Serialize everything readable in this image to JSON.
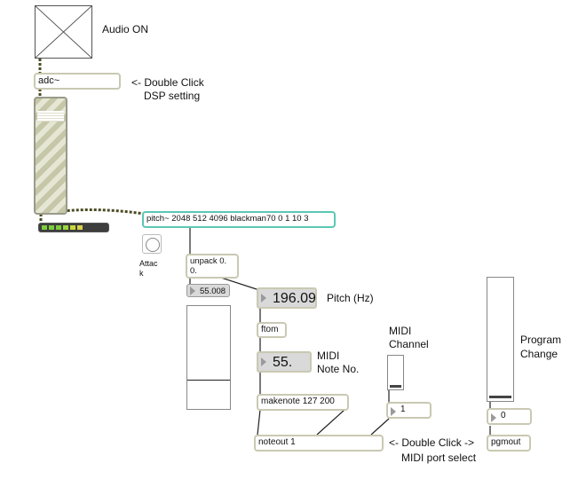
{
  "audio": {
    "label": "Audio ON"
  },
  "adc": {
    "text": "adc~",
    "hint_line1": "<- Double Click",
    "hint_line2": "DSP setting"
  },
  "pitch": {
    "text": "pitch~ 2048 512 4096 blackman70 0 1 10 3"
  },
  "attack": {
    "label_line1": "Attac",
    "label_line2": "k"
  },
  "unpack": {
    "text_line1": "unpack 0.",
    "text_line2": "0."
  },
  "amp_number": {
    "value": "55.008"
  },
  "pitch_hz": {
    "value": "196.09",
    "label": "Pitch (Hz)"
  },
  "ftom": {
    "text": "ftom"
  },
  "midi_note": {
    "value": "55.",
    "label_line1": "MIDI",
    "label_line2": "Note No."
  },
  "makenote": {
    "text": "makenote 127 200"
  },
  "channel": {
    "label_line1": "MIDI",
    "label_line2": "Channel",
    "value": "1",
    "level": 0.0
  },
  "noteout": {
    "text": "noteout 1",
    "hint_line1": "<- Double Click ->",
    "hint_line2": "MIDI port select"
  },
  "program": {
    "label_line1": "Program",
    "label_line2": "Change",
    "value": "0",
    "level": 0.0
  },
  "pgmout": {
    "text": "pgmout"
  },
  "colors": {
    "selected": "#5cc7b4",
    "box_border": "#c9c9b3",
    "meter_green": "#7ccc3c",
    "meter_yellow": "#d8d24a"
  }
}
